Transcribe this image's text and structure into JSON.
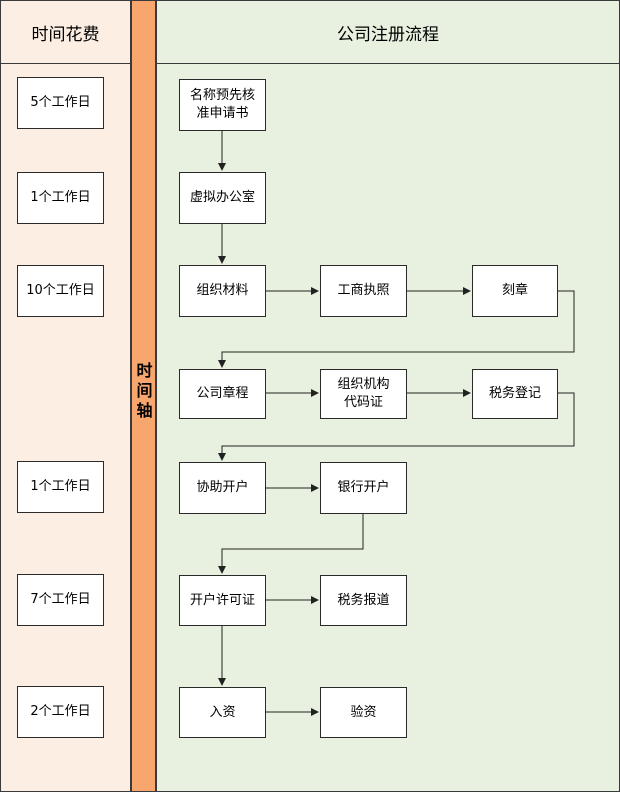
{
  "lanes": {
    "time_cost_title": "时间花费",
    "axis_title": "时\n间\n轴",
    "process_title": "公司注册流程"
  },
  "time_nodes": [
    "5个工作日",
    "1个工作日",
    "10个工作日",
    "1个工作日",
    "7个工作日",
    "2个工作日"
  ],
  "steps": {
    "name_check": "名称预先核\n准申请书",
    "virtual_office": "虚拟办公室",
    "organize_materials": "组织材料",
    "business_license": "工商执照",
    "engrave_seal": "刻章",
    "articles": "公司章程",
    "org_code": "组织机构\n代码证",
    "tax_registration": "税务登记",
    "assist_account": "协助开户",
    "bank_account": "银行开户",
    "account_permit": "开户许可证",
    "tax_report": "税务报道",
    "deposit": "入资",
    "verify_capital": "验资"
  }
}
